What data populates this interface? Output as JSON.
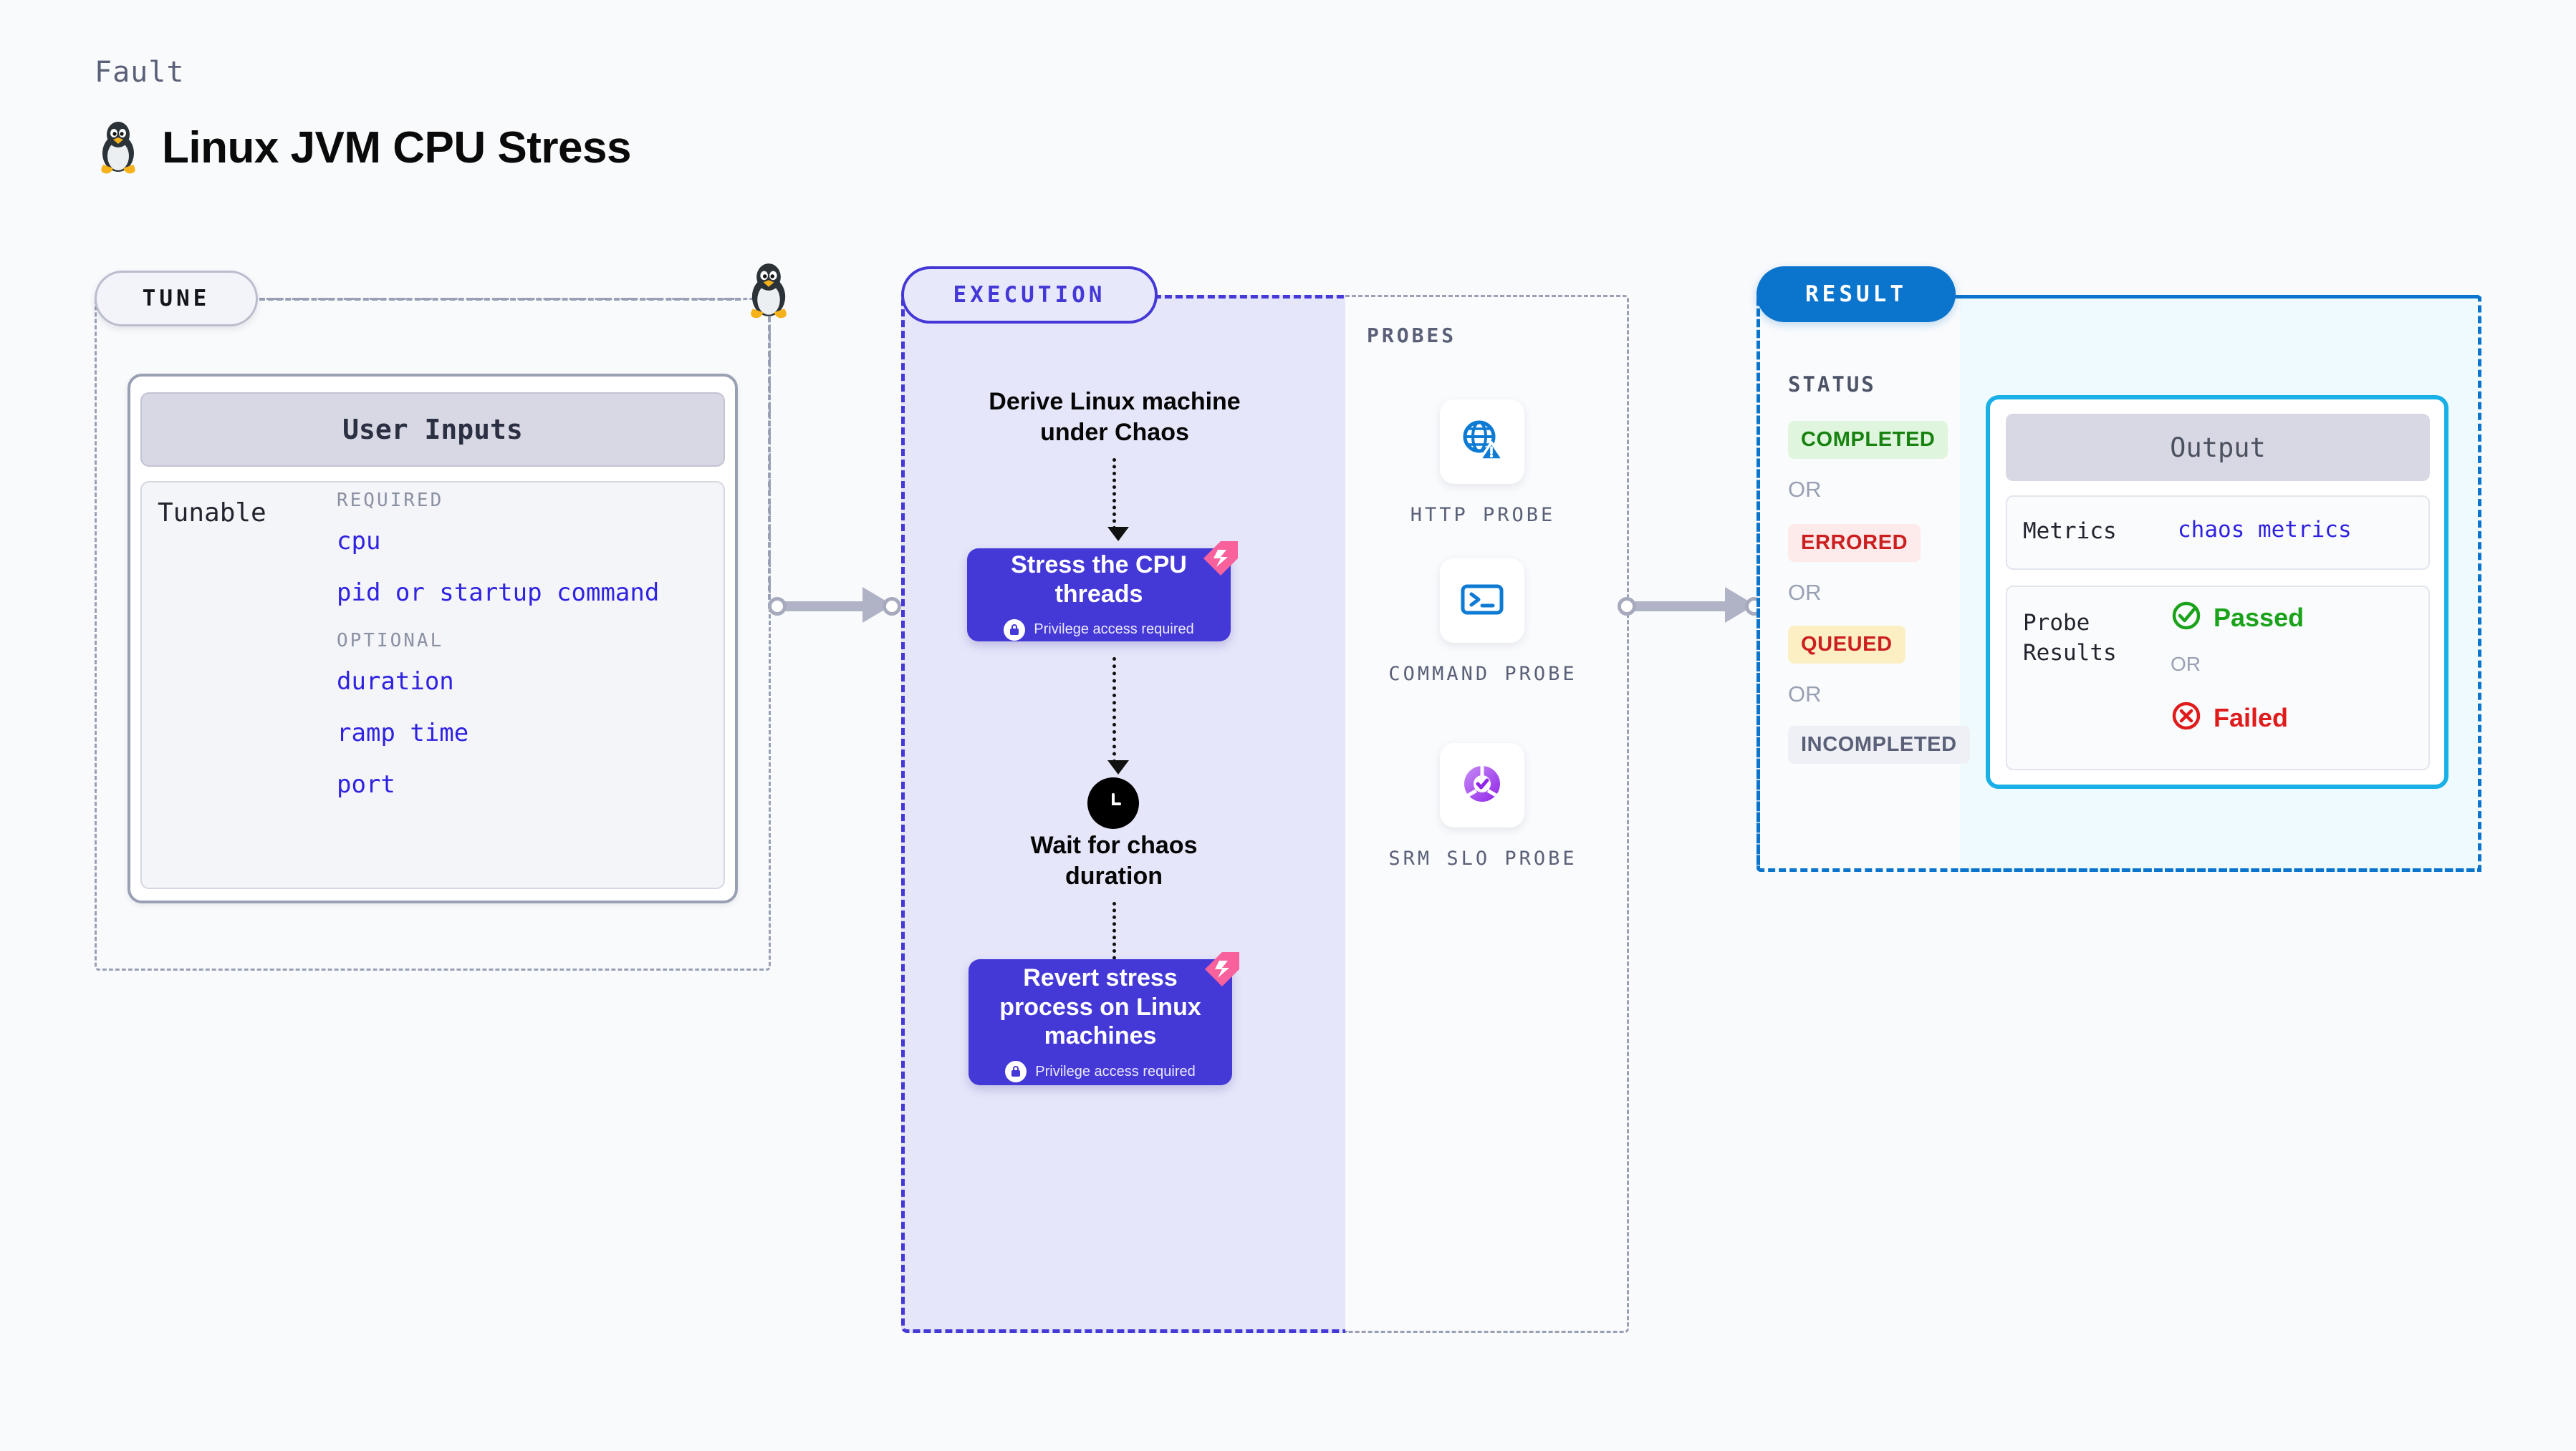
{
  "header": {
    "kicker": "Fault",
    "title": "Linux JVM CPU Stress",
    "icon": "linux-penguin-icon"
  },
  "tune": {
    "pill_label": "TUNE",
    "card_title": "User Inputs",
    "tunable_label": "Tunable",
    "groups": [
      {
        "label": "REQUIRED",
        "items": [
          "cpu",
          "pid or startup command"
        ]
      },
      {
        "label": "OPTIONAL",
        "items": [
          "duration",
          "ramp time",
          "port"
        ]
      }
    ]
  },
  "execution": {
    "pill_label": "EXECUTION",
    "steps": [
      {
        "type": "text",
        "label": "Derive Linux machine under Chaos"
      },
      {
        "type": "card",
        "label": "Stress the CPU threads",
        "note": "Privilege access required",
        "badge": "chaos-ribbon-icon"
      },
      {
        "type": "wait",
        "label": "Wait for chaos duration",
        "icon": "clock-icon"
      },
      {
        "type": "card",
        "label": "Revert stress process on Linux machines",
        "note": "Privilege access required",
        "badge": "chaos-ribbon-icon"
      }
    ]
  },
  "probes": {
    "section_label": "PROBES",
    "items": [
      {
        "label": "HTTP PROBE",
        "icon": "globe-warning-icon"
      },
      {
        "label": "COMMAND PROBE",
        "icon": "terminal-icon"
      },
      {
        "label": "SRM SLO PROBE",
        "icon": "slo-donut-check-icon"
      }
    ]
  },
  "result": {
    "pill_label": "RESULT",
    "status_label": "STATUS",
    "or_label": "OR",
    "statuses": [
      {
        "label": "COMPLETED",
        "color": "#17820f",
        "bg": "#dff5dd"
      },
      {
        "label": "ERRORED",
        "color": "#cc1f1f",
        "bg": "#fdeaea"
      },
      {
        "label": "QUEUED",
        "color": "#cc1f1f",
        "bg": "#fcefc4"
      },
      {
        "label": "INCOMPLETED",
        "color": "#5a6077",
        "bg": "#eef0f5"
      }
    ],
    "output": {
      "title": "Output",
      "metrics_key": "Metrics",
      "metrics_value": "chaos metrics",
      "probe_key": "Probe Results",
      "passed_label": "Passed",
      "failed_label": "Failed",
      "or_label": "OR",
      "passed_color": "#1aa31a",
      "failed_color": "#e01b1b",
      "passed_icon": "check-circle-icon",
      "failed_icon": "x-circle-icon"
    }
  },
  "colors": {
    "purple": "#4438d6",
    "result_blue": "#0b74cc",
    "cyan": "#19b0e8",
    "pink": "#f8619b",
    "link_blue": "#2f22e0"
  }
}
